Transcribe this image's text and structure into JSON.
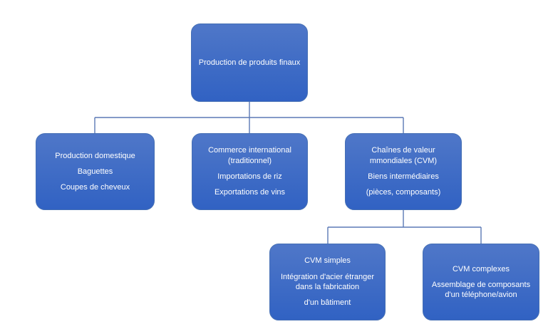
{
  "diagram": {
    "type": "hierarchy-org-chart",
    "language": "fr",
    "colors": {
      "box_gradient_top": "#4f77c8",
      "box_gradient_bottom": "#3162c3",
      "box_border": "#456fb4",
      "box_text": "#ffffff",
      "connector_line": "#5b79b5",
      "background": "#ffffff"
    },
    "nodes": {
      "root": {
        "lines": [
          "Production de produits finaux"
        ]
      },
      "domestic": {
        "lines": [
          "Production domestique",
          "Baguettes",
          "Coupes de cheveux"
        ]
      },
      "trade": {
        "lines": [
          "Commerce international (traditionnel)",
          "Importations de riz",
          "Exportations de vins"
        ]
      },
      "gvc": {
        "lines": [
          "Chaînes de valeur mmondiales (CVM)",
          "Biens intermédiaires",
          "(pièces, composants)"
        ]
      },
      "gvc_simple": {
        "lines": [
          "CVM simples",
          "Intégration d'acier étranger dans la fabrication",
          "d'un bâtiment"
        ]
      },
      "gvc_complex": {
        "lines": [
          "CVM complexes",
          "Assemblage de composants d'un téléphone/avion"
        ]
      }
    },
    "hierarchy": {
      "root": [
        "domestic",
        "trade",
        "gvc"
      ],
      "gvc": [
        "gvc_simple",
        "gvc_complex"
      ]
    }
  }
}
